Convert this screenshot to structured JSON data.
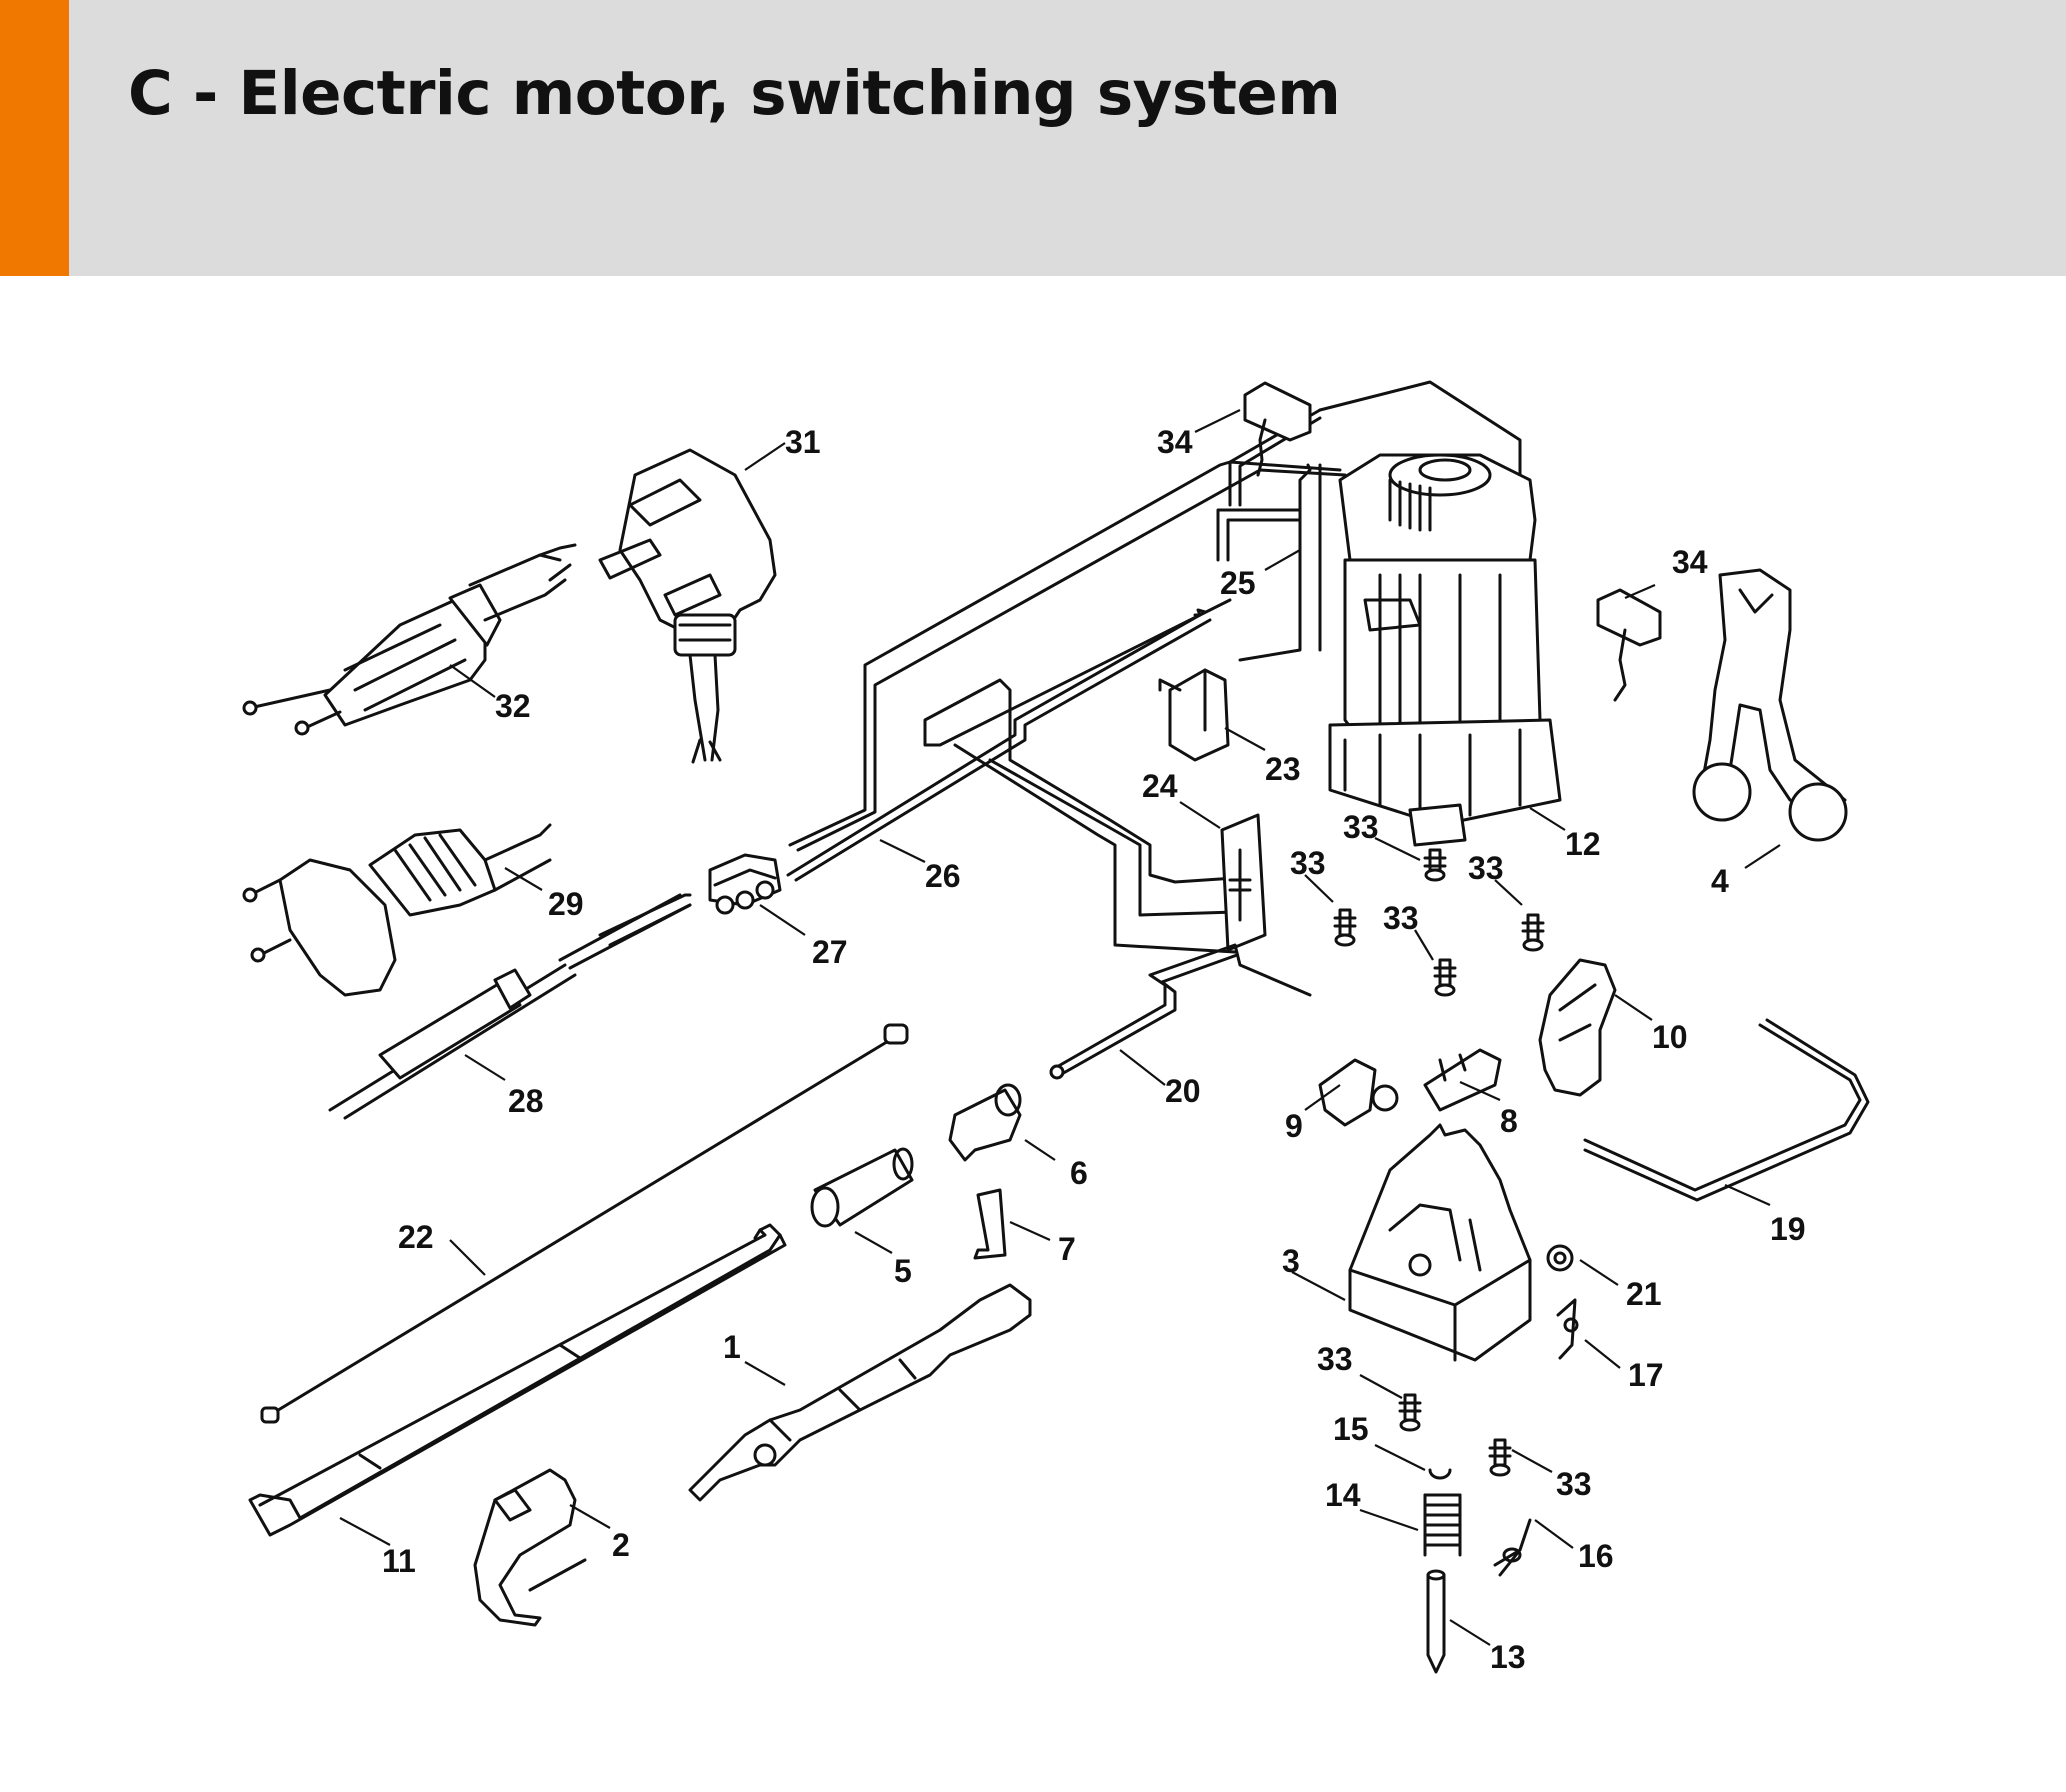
{
  "header": {
    "title": "C - Electric motor, switching system",
    "accent_color": "#f07800",
    "background_color": "#dcdcdc"
  },
  "callouts": [
    {
      "id": "c31",
      "text": "31"
    },
    {
      "id": "c34a",
      "text": "34"
    },
    {
      "id": "c34b",
      "text": "34"
    },
    {
      "id": "c25",
      "text": "25"
    },
    {
      "id": "c32",
      "text": "32"
    },
    {
      "id": "c23",
      "text": "23"
    },
    {
      "id": "c24",
      "text": "24"
    },
    {
      "id": "c12",
      "text": "12"
    },
    {
      "id": "c4",
      "text": "4"
    },
    {
      "id": "c33a",
      "text": "33"
    },
    {
      "id": "c33b",
      "text": "33"
    },
    {
      "id": "c33c",
      "text": "33"
    },
    {
      "id": "c33d",
      "text": "33"
    },
    {
      "id": "c29",
      "text": "29"
    },
    {
      "id": "c26",
      "text": "26"
    },
    {
      "id": "c27",
      "text": "27"
    },
    {
      "id": "c10",
      "text": "10"
    },
    {
      "id": "c20",
      "text": "20"
    },
    {
      "id": "c28",
      "text": "28"
    },
    {
      "id": "c9",
      "text": "9"
    },
    {
      "id": "c8",
      "text": "8"
    },
    {
      "id": "c6",
      "text": "6"
    },
    {
      "id": "c19",
      "text": "19"
    },
    {
      "id": "c22",
      "text": "22"
    },
    {
      "id": "c7",
      "text": "7"
    },
    {
      "id": "c5",
      "text": "5"
    },
    {
      "id": "c3",
      "text": "3"
    },
    {
      "id": "c21",
      "text": "21"
    },
    {
      "id": "c1",
      "text": "1"
    },
    {
      "id": "c33e",
      "text": "33"
    },
    {
      "id": "c17",
      "text": "17"
    },
    {
      "id": "c15",
      "text": "15"
    },
    {
      "id": "c33f",
      "text": "33"
    },
    {
      "id": "c14",
      "text": "14"
    },
    {
      "id": "c16",
      "text": "16"
    },
    {
      "id": "c11",
      "text": "11"
    },
    {
      "id": "c2",
      "text": "2"
    },
    {
      "id": "c13",
      "text": "13"
    }
  ]
}
